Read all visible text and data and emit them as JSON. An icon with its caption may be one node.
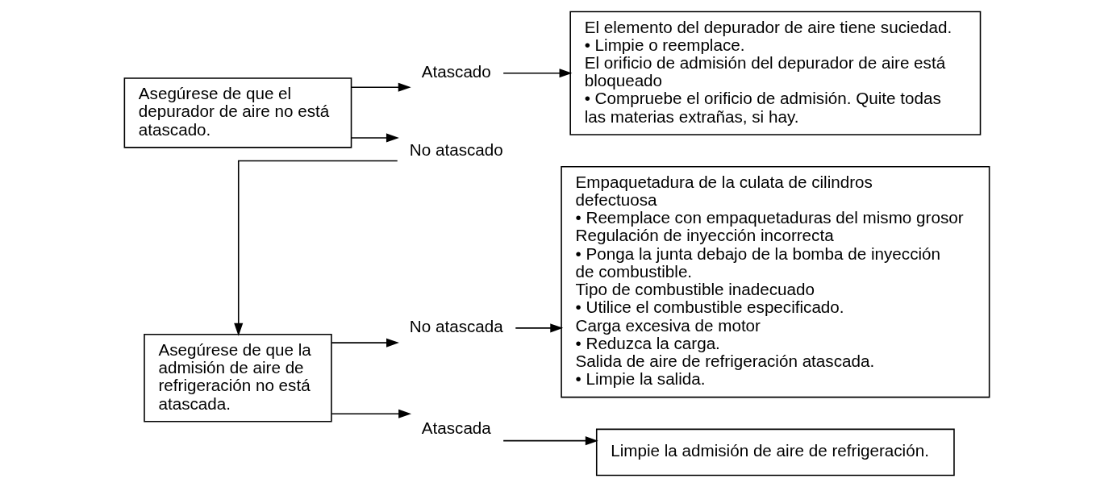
{
  "diagram": {
    "nodes": [
      {
        "text": [
          "Asegúrese de que el depurador de aire no está atascado."
        ]
      },
      {
        "text": [
          "Atascado"
        ]
      },
      {
        "text": [
          "No atascado"
        ]
      },
      {
        "text": [
          "El elemento del depurador de aire tiene suciedad.",
          "• Limpie o reemplace.",
          "El orificio de admisión del depurador de aire está bloqueado",
          "• Compruebe el orificio de admisión. Quite todas las materias extrañas, si hay."
        ]
      },
      {
        "text": [
          "Asegúrese de que la admisión de aire de refrigeración no está atascada."
        ]
      },
      {
        "text": [
          "No atascada"
        ]
      },
      {
        "text": [
          "Empaquetadura de la culata de cilindros defectuosa",
          "• Reemplace con empaquetaduras del mismo grosor",
          "Regulación de inyección incorrecta",
          "• Ponga la junta debajo de la bomba de inyección de combustible.",
          "Tipo de combustible inadecuado",
          "• Utilice el combustible especificado.",
          "Carga excesiva de motor",
          "• Reduzca la carga.",
          "Salida de aire de refrigeración atascada.",
          "• Limpie la salida."
        ]
      },
      {
        "text": [
          "Atascada"
        ]
      },
      {
        "text": [
          "Limpie la admisión de aire de refrigeración."
        ]
      }
    ],
    "edges": [
      {
        "from": 0,
        "to": 1,
        "arrow": "to"
      },
      {
        "from": 0,
        "to": 2,
        "arrow": "to"
      },
      {
        "from": 1,
        "to": 3,
        "arrow": "to"
      },
      {
        "from": 2,
        "to": 4,
        "arrow": "to"
      },
      {
        "from": 4,
        "to": 5,
        "arrow": "to"
      },
      {
        "from": 4,
        "to": 7,
        "arrow": "to"
      },
      {
        "from": 5,
        "to": 6,
        "arrow": "to"
      },
      {
        "from": 7,
        "to": 8,
        "arrow": "to"
      }
    ]
  }
}
